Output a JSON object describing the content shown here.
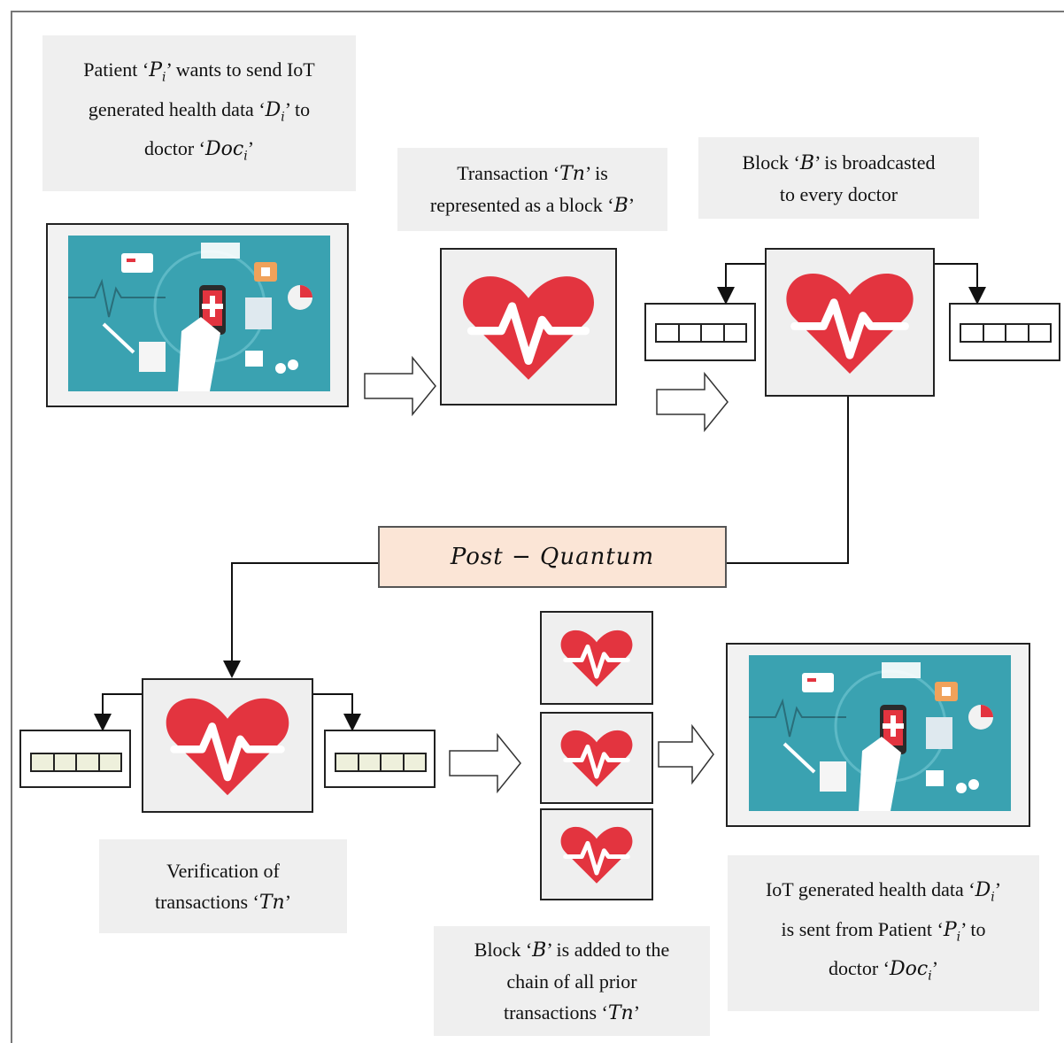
{
  "notes": {
    "patient_wants": {
      "line1_a": "Patient ‘",
      "line1_var": "P",
      "line1_sub": "i",
      "line1_b": "’ wants to send IoT",
      "line2_a": "generated health data ‘",
      "line2_var": "D",
      "line2_sub": "i",
      "line2_b": "’ to",
      "line3_a": "doctor ‘",
      "line3_var": "Doc",
      "line3_sub": "i",
      "line3_b": "’"
    },
    "transaction_block": {
      "line1_a": "Transaction ‘",
      "line1_var": "Tn",
      "line1_b": "’ is",
      "line2_a": "represented as a block ‘",
      "line2_var": "B",
      "line2_b": "’"
    },
    "broadcast": {
      "line1_a": "Block ‘",
      "line1_var": "B",
      "line1_b": "’ is broadcasted",
      "line2": "to every doctor"
    },
    "verification": {
      "line1": "Verification of",
      "line2_a": "transactions ‘",
      "line2_var": "Tn",
      "line2_b": "’"
    },
    "added_chain": {
      "line1_a": "Block ‘",
      "line1_var": "B",
      "line1_b": "’ is added to the",
      "line2": "chain of all prior",
      "line3_a": "transactions ‘",
      "line3_var": "Tn",
      "line3_b": "’"
    },
    "sent": {
      "line1_a": "IoT generated health data ‘",
      "line1_var": "D",
      "line1_sub": "i",
      "line1_b": "’",
      "line2_a": "is sent from Patient ‘",
      "line2_var": "P",
      "line2_sub": "i",
      "line2_b": "’ to",
      "line3_a": "doctor ‘",
      "line3_var": "Doc",
      "line3_sub": "i",
      "line3_b": "’"
    }
  },
  "post_quantum_label": "Post − Quantum",
  "colors": {
    "heart": "#e3343f",
    "scene": "#3aa2b1",
    "note_bg": "#efefef",
    "pq_bg": "#fbe5d6"
  },
  "icons": [
    "heart-pulse-icon",
    "iot-health-illustration"
  ]
}
